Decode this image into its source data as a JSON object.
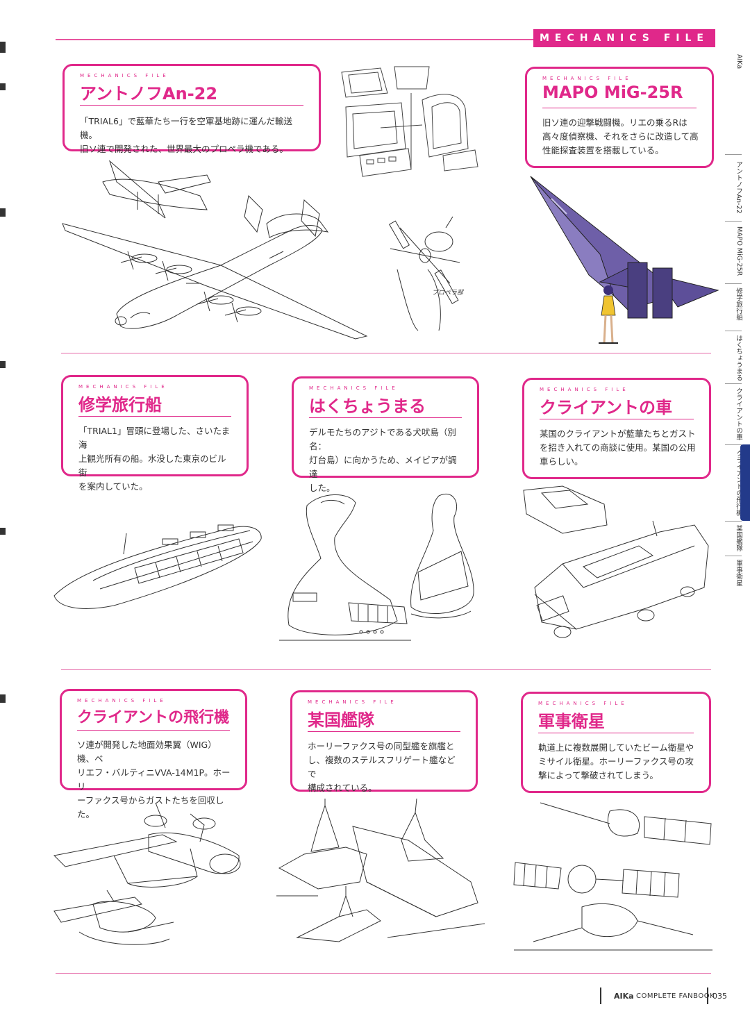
{
  "header": {
    "label": "MECHANICS FILE"
  },
  "side_index": {
    "top": "AIKa",
    "items": [
      "アントノフAn-22",
      "MAPO MiG-25R",
      "修学旅行船",
      "はくちょうまる",
      "クライアントの車",
      "クライアントの飛行機",
      "某国艦隊",
      "軍事衛星"
    ]
  },
  "cards": [
    {
      "kicker": "MECHANICS FILE",
      "title": "アントノフAn-22",
      "lines": [
        "「TRIAL6」で藍華たち一行を空軍基地跡に運んだ輸送機。",
        "旧ソ連で開発された、世界最大のプロペラ機である。"
      ]
    },
    {
      "kicker": "MECHANICS FILE",
      "title": "MAPO MiG-25R",
      "lines": [
        "旧ソ連の迎撃戦闘機。リエの乗るRは",
        "高々度偵察機、それをさらに改造して高",
        "性能探査装置を搭載している。"
      ]
    },
    {
      "kicker": "MECHANICS FILE",
      "title": "修学旅行船",
      "lines": [
        "「TRIAL1」冒頭に登場した、さいたま海",
        "上観光所有の船。水没した東京のビル街",
        "を案内していた。"
      ]
    },
    {
      "kicker": "MECHANICS FILE",
      "title": "はくちょうまる",
      "lines": [
        "デルモたちのアジトである犬吠島（別名：",
        "灯台島）に向かうため、メイビアが調達",
        "した。"
      ]
    },
    {
      "kicker": "MECHANICS FILE",
      "title": "クライアントの車",
      "lines": [
        "某国のクライアントが藍華たちとガスト",
        "を招き入れての商談に使用。某国の公用",
        "車らしい。"
      ]
    },
    {
      "kicker": "MECHANICS FILE",
      "title": "クライアントの飛行機",
      "lines": [
        "ソ連が開発した地面効果翼（WIG）機、ベ",
        "リエフ・バルティニVVA-14M1P。ホーリ",
        "ーファクス号からガストたちを回収した。"
      ]
    },
    {
      "kicker": "MECHANICS FILE",
      "title": "某国艦隊",
      "lines": [
        "ホーリーファクス号の同型艦を旗艦と",
        "し、複数のステルスフリゲート艦などで",
        "構成されている。"
      ]
    },
    {
      "kicker": "MECHANICS FILE",
      "title": "軍事衛星",
      "lines": [
        "軌道上に複数展開していたビーム衛星や",
        "ミサイル衛星。ホーリーファクス号の攻",
        "撃によって撃破されてしまう。"
      ]
    }
  ],
  "sketch_notes": {
    "an22_prop_note": "プロペラ部"
  },
  "footer": {
    "brand": "AIKa",
    "title": "COMPLETE FANBOOK",
    "page": "035"
  },
  "colors": {
    "accent": "#e0288a",
    "mig_body": "#6e5fa8",
    "side_tab": "#233a8a"
  }
}
